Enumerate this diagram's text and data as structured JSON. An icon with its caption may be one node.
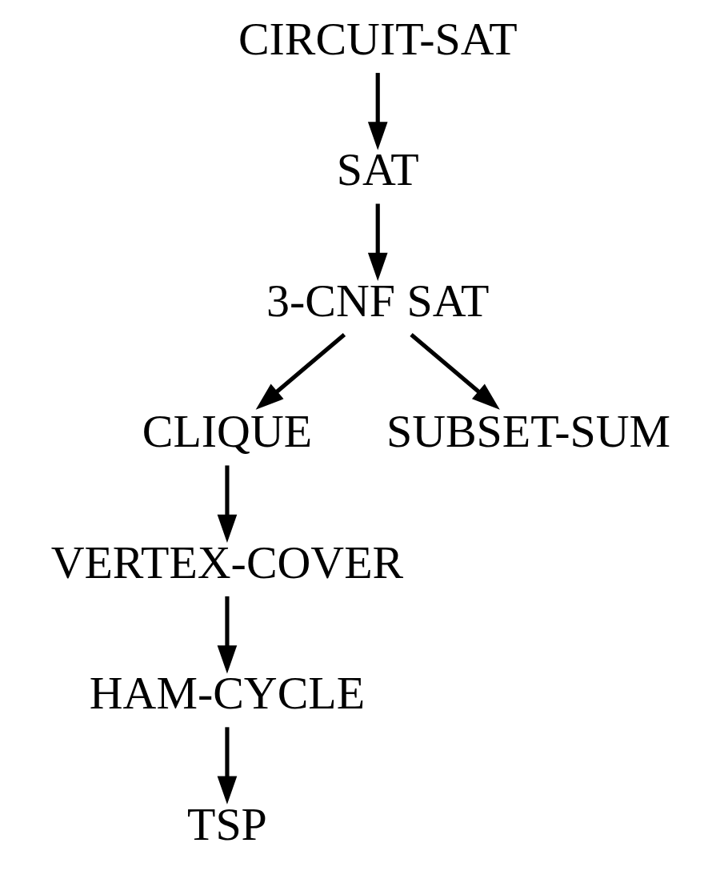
{
  "diagram": {
    "nodes": [
      {
        "text": [
          "CIRCUIT-SAT"
        ]
      },
      {
        "text": [
          "SAT"
        ]
      },
      {
        "text": [
          "3-CNF SAT"
        ]
      },
      {
        "text": [
          "CLIQUE"
        ]
      },
      {
        "text": [
          "SUBSET-SUM"
        ]
      },
      {
        "text": [
          "VERTEX-COVER"
        ]
      },
      {
        "text": [
          "HAM-CYCLE"
        ]
      },
      {
        "text": [
          "TSP"
        ]
      }
    ],
    "edges": [
      {
        "from": 0,
        "to": 1,
        "arrow": "to"
      },
      {
        "from": 1,
        "to": 2,
        "arrow": "to"
      },
      {
        "from": 2,
        "to": 3,
        "arrow": "to"
      },
      {
        "from": 2,
        "to": 4,
        "arrow": "to"
      },
      {
        "from": 3,
        "to": 5,
        "arrow": "to"
      },
      {
        "from": 5,
        "to": 6,
        "arrow": "to"
      },
      {
        "from": 6,
        "to": 7,
        "arrow": "to"
      }
    ]
  }
}
